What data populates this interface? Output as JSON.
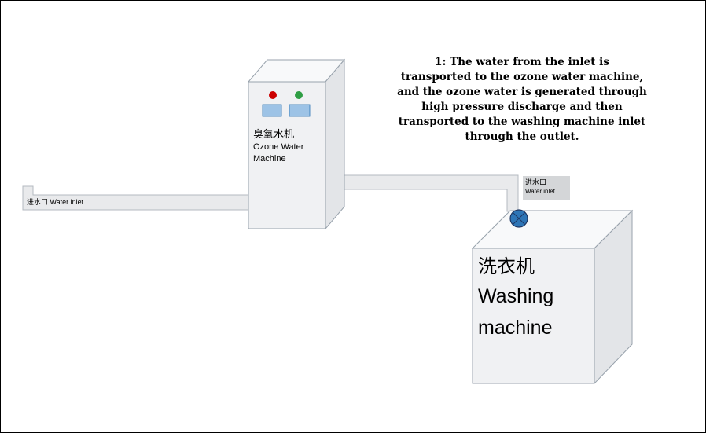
{
  "annotation": {
    "lines": [
      "1: The water from the inlet is",
      "transported to the ozone water machine,",
      "and the ozone water is generated through",
      "high pressure discharge and then",
      "transported to the washing machine inlet",
      "through the outlet."
    ]
  },
  "ozone_machine": {
    "label_zh": "臭氧水机",
    "label_en_line1": "Ozone Water",
    "label_en_line2": "Machine"
  },
  "washing_machine": {
    "label_zh": "洗衣机",
    "label_en_line1": "Washing",
    "label_en_line2": "machine"
  },
  "inlet_left": {
    "label": "进水口 Water inlet"
  },
  "inlet_right": {
    "label_zh": "进水口",
    "label_en": "Water inlet"
  },
  "colors": {
    "box_front": "#f0f1f3",
    "box_top": "#f8f9fa",
    "box_side": "#e3e5e8",
    "box_stroke": "#98a2ac",
    "pipe_fill": "#e9eaec",
    "pipe_stroke": "#b4bac0",
    "indicator_red": "#cc0000",
    "indicator_green": "#2f9e44",
    "panel_blue": "#9dc3e6",
    "panel_blue_stroke": "#2e75b6",
    "valve_blue": "#2e75b6",
    "label_bg": "#d4d6d8"
  }
}
